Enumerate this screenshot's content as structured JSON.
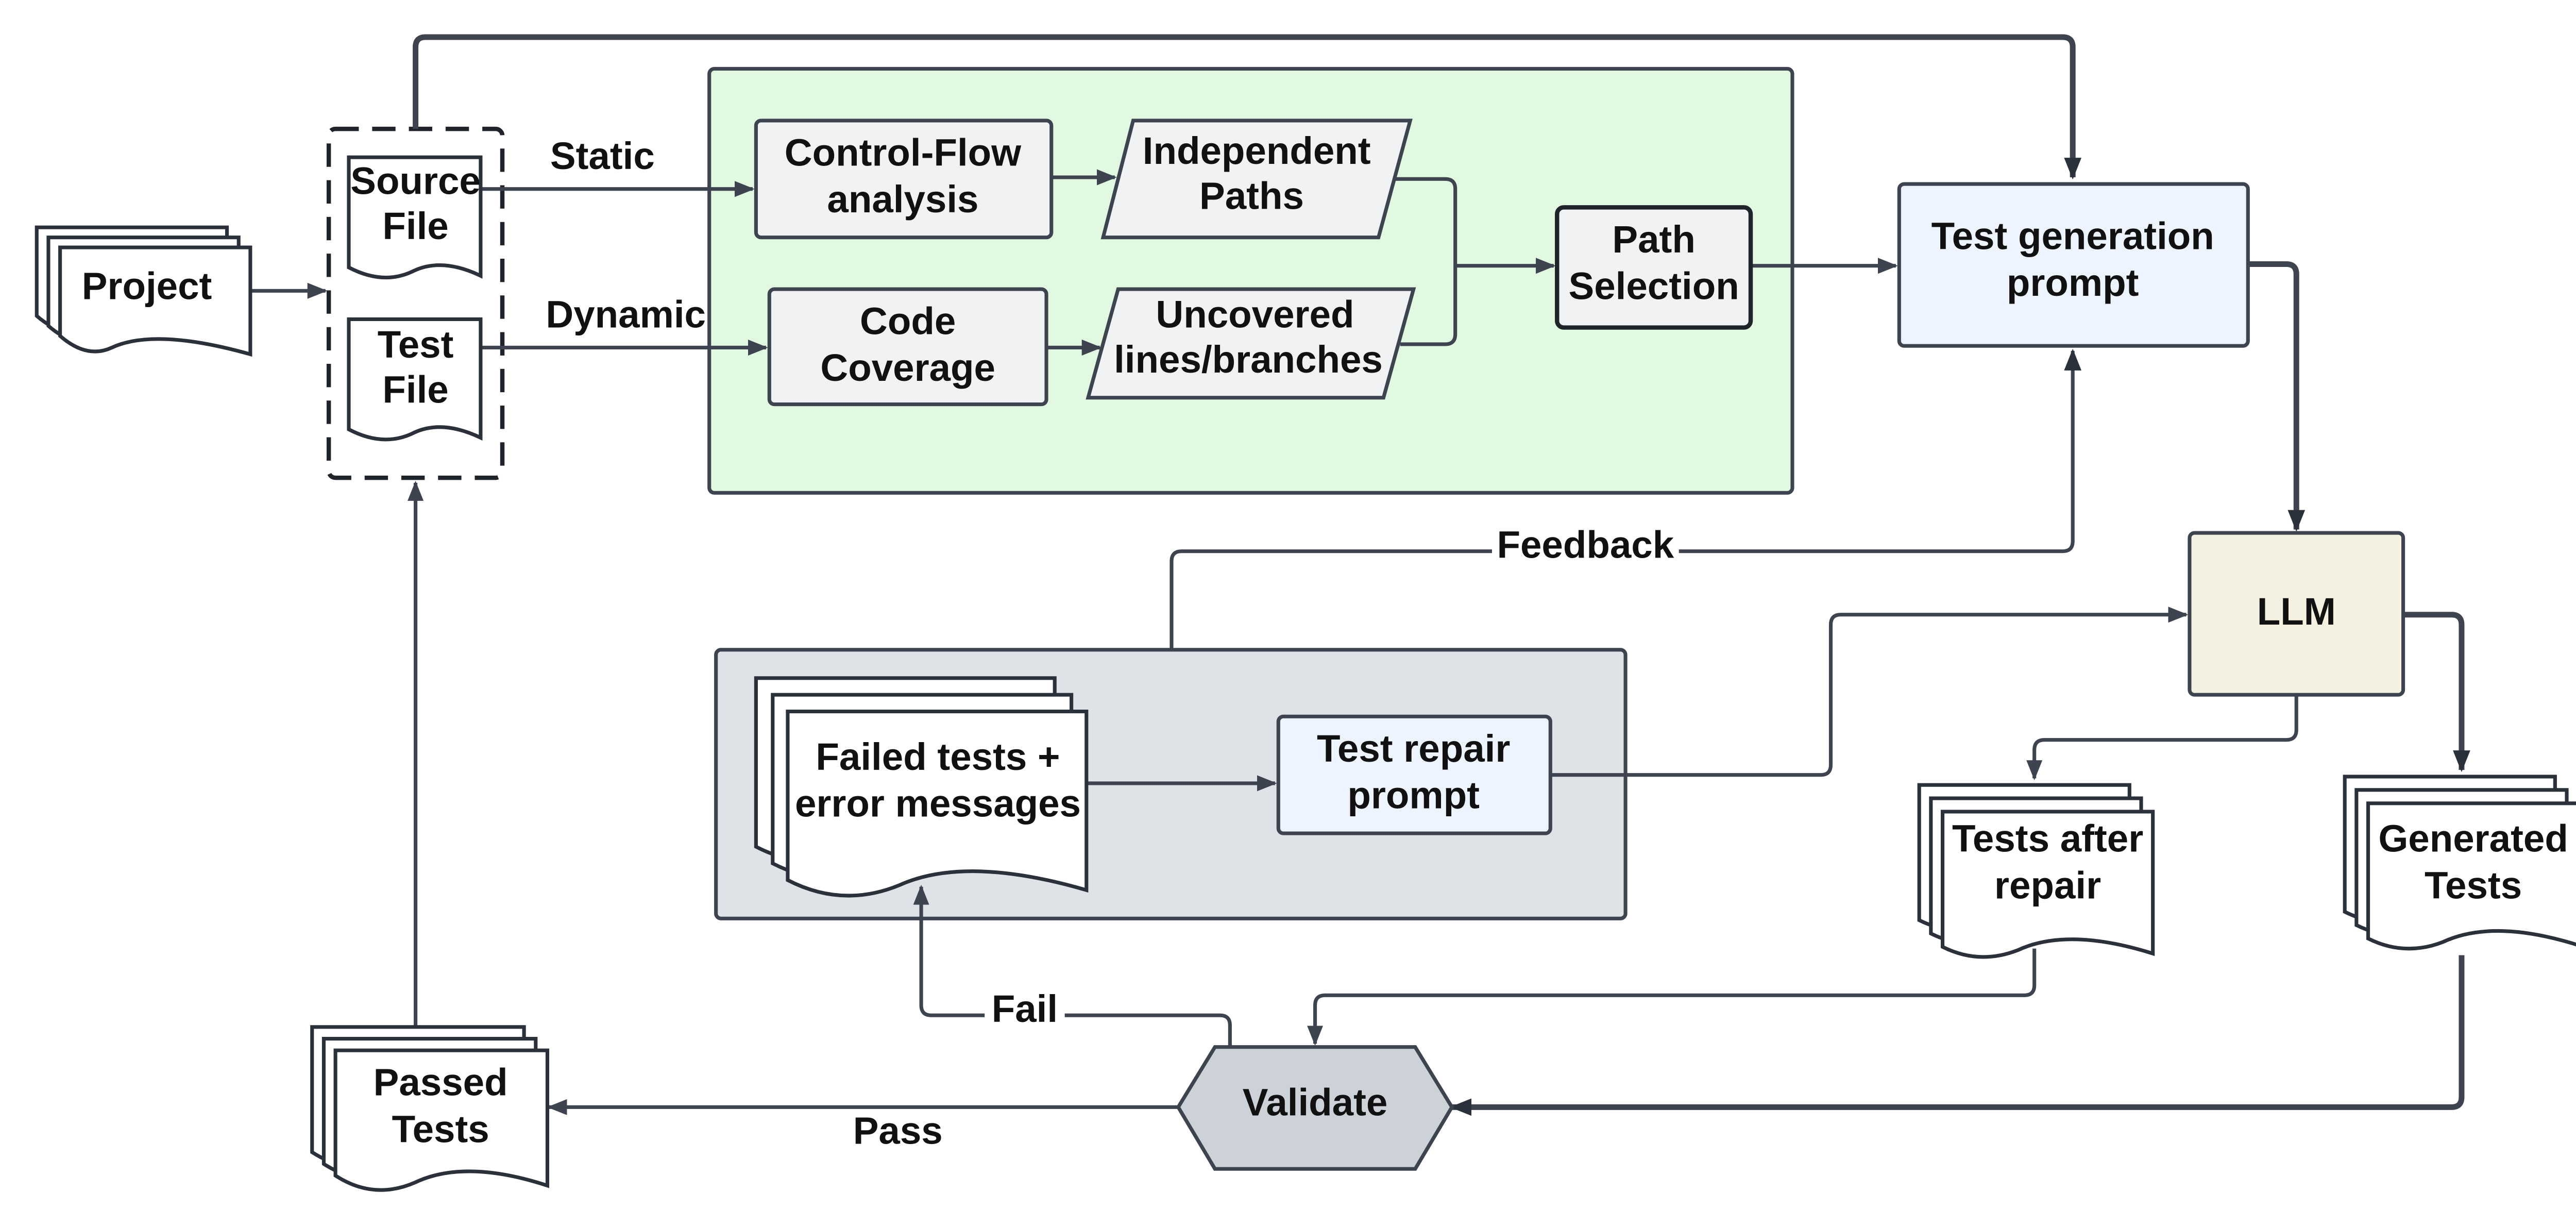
{
  "nodes": {
    "project": "Project",
    "source_file": [
      "Source",
      "File"
    ],
    "test_file": [
      "Test",
      "File"
    ],
    "control_flow": [
      "Control-Flow",
      "analysis"
    ],
    "independent_paths": [
      "Independent",
      "Paths"
    ],
    "code_coverage": [
      "Code",
      "Coverage"
    ],
    "uncovered": [
      "Uncovered",
      "lines/branches"
    ],
    "path_selection": [
      "Path",
      "Selection"
    ],
    "test_generation_prompt": [
      "Test generation",
      "prompt"
    ],
    "llm": "LLM",
    "failed_tests": [
      "Failed tests +",
      "error messages"
    ],
    "test_repair_prompt": [
      "Test repair",
      "prompt"
    ],
    "tests_after_repair": [
      "Tests after",
      "repair"
    ],
    "generated_tests": [
      "Generated",
      "Tests"
    ],
    "validate": "Validate",
    "passed_tests": [
      "Passed",
      "Tests"
    ]
  },
  "edge_labels": {
    "static": "Static",
    "dynamic": "Dynamic",
    "feedback": "Feedback",
    "fail": "Fail",
    "pass": "Pass"
  },
  "colors": {
    "analysis_panel": "#e1f8e1",
    "repair_panel": "#dfe2e7",
    "process_box": "#f1f2f4",
    "prompt_box": "#edf4fe",
    "llm_box": "#f4f1e1",
    "validate_hex": "#cdd1d8",
    "stroke": "#3d4450"
  }
}
